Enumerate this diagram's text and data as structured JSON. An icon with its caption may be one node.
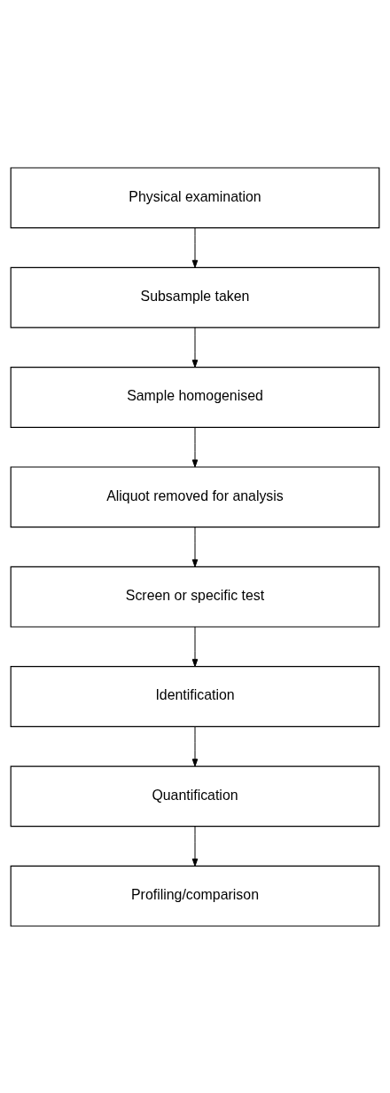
{
  "diagram": {
    "nodes": [
      {
        "text": [
          "Physical examination"
        ]
      },
      {
        "text": [
          "Subsample taken"
        ]
      },
      {
        "text": [
          "Sample homogenised"
        ]
      },
      {
        "text": [
          "Aliquot removed for analysis"
        ]
      },
      {
        "text": [
          "Screen or specific test"
        ]
      },
      {
        "text": [
          "Identification"
        ]
      },
      {
        "text": [
          "Quantification"
        ]
      },
      {
        "text": [
          "Profiling/comparison"
        ]
      }
    ],
    "edges": [
      {
        "from": 0,
        "to": 1,
        "arrow": "to"
      },
      {
        "from": 1,
        "to": 2,
        "arrow": "to"
      },
      {
        "from": 2,
        "to": 3,
        "arrow": "to"
      },
      {
        "from": 3,
        "to": 4,
        "arrow": "to"
      },
      {
        "from": 4,
        "to": 5,
        "arrow": "to"
      },
      {
        "from": 5,
        "to": 6,
        "arrow": "to"
      },
      {
        "from": 6,
        "to": 7,
        "arrow": "to"
      }
    ]
  }
}
